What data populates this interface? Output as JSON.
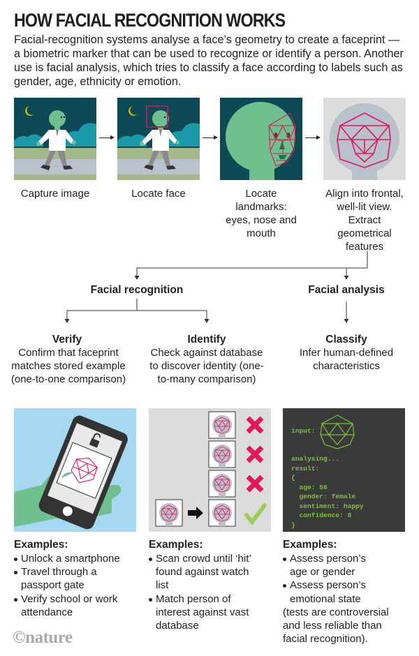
{
  "header": {
    "title": "HOW FACIAL RECOGNITION WORKS",
    "intro": "Facial-recognition systems analyse a face’s geometry to create a faceprint — a biometric marker that can be used to recognize or identify a person. Another use is facial analysis, which tries to classify a face according to labels such as gender, age, ethnicity or emotion."
  },
  "steps": [
    {
      "label": "Capture image"
    },
    {
      "label": "Locate face"
    },
    {
      "label": "Locate landmarks: eyes, nose and mouth"
    },
    {
      "label": "Align into frontal, well-lit view. Extract geometrical features"
    }
  ],
  "branches": {
    "recognition": {
      "title": "Facial recognition"
    },
    "analysis": {
      "title": "Facial analysis"
    }
  },
  "methods": [
    {
      "title": "Verify",
      "description": "Confirm that faceprint matches stored example (one-to-one comparison)"
    },
    {
      "title": "Identify",
      "description": "Check against database to discover identity (one-to-many comparison)"
    },
    {
      "title": "Classify",
      "description": "Infer human-defined characteristics"
    }
  ],
  "analysis_output": {
    "input_label": "input:",
    "lines": [
      "analysing...",
      "result:",
      "{",
      "  age: 56",
      "  gender: female",
      "  sentiment: happy",
      "  confidence: 8",
      "}"
    ]
  },
  "examples": [
    {
      "title": "Examples:",
      "items": [
        "Unlock a smartphone",
        "Travel through a passport gate",
        "Verify school or work attendance"
      ],
      "note": ""
    },
    {
      "title": "Examples:",
      "items": [
        "Scan crowd until ‘hit’ found against watch list",
        "Match person of interest against vast database"
      ],
      "note": ""
    },
    {
      "title": "Examples:",
      "items": [
        "Assess person’s age or gender",
        "Assess person’s emotional state"
      ],
      "note": "(tests are controversial and less reliable than facial recognition)."
    }
  ],
  "identify_results": [
    "no-match",
    "no-match",
    "no-match",
    "match"
  ],
  "footer": {
    "logo": "©nature"
  },
  "colors": {
    "night_sky": "#0d4a55",
    "cloud": "#1a9aa8",
    "skin": "#6fbf8f",
    "grass": "#a3b98a",
    "road": "#b9c2cc",
    "mesh": "#e0195a",
    "blue_bg": "#a6d8f2",
    "grey_bg": "#dcdcdc",
    "terminal_bg": "#3a3a3a",
    "terminal_text": "#7cc23b",
    "check": "#9ccc5a"
  }
}
